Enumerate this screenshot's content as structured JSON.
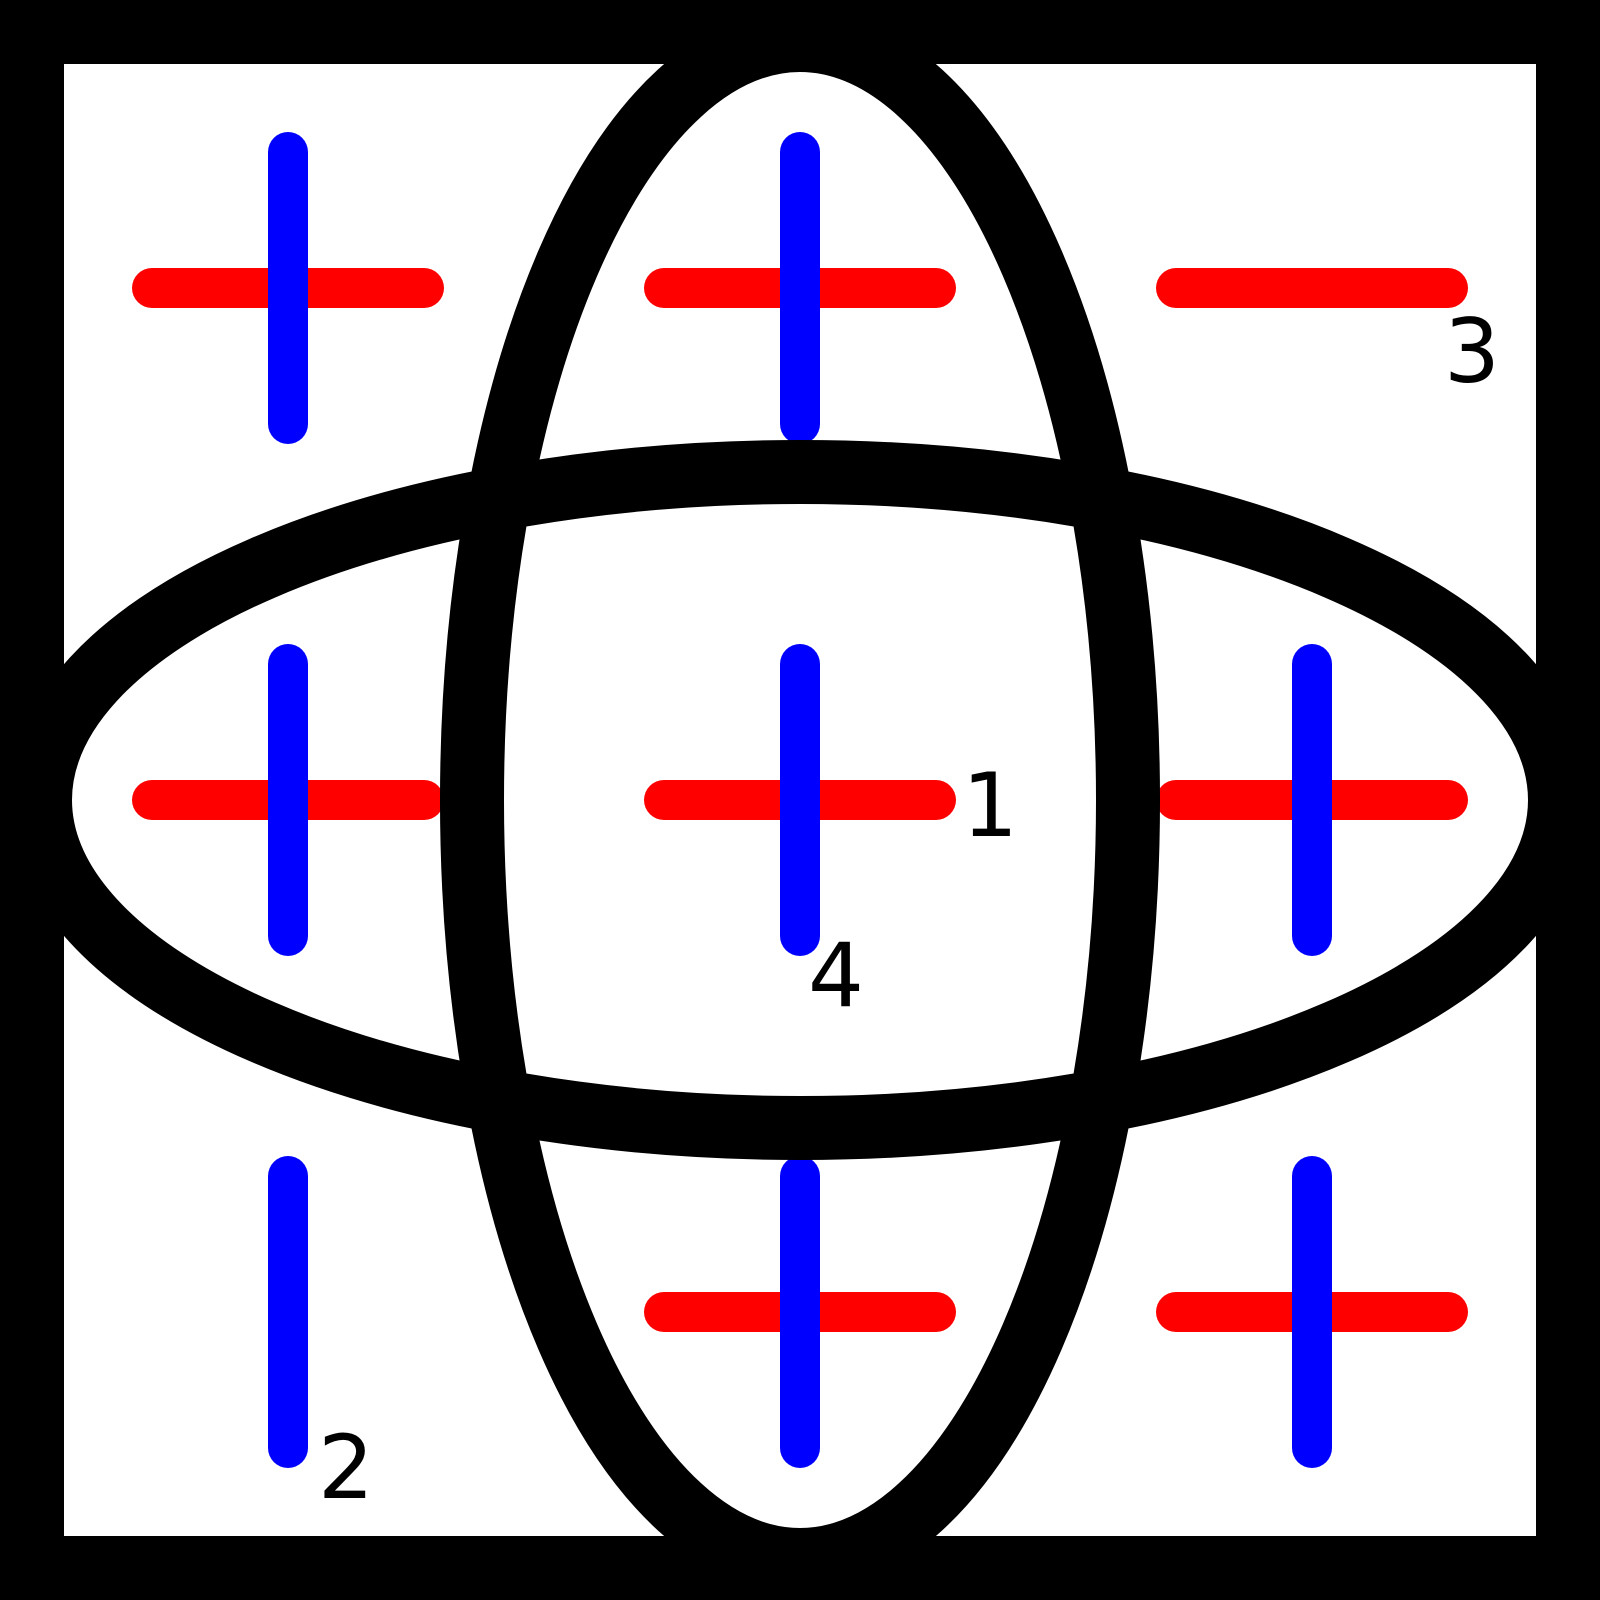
{
  "colors": {
    "background": "#ffffff",
    "frame": "#000000",
    "horizontal_segment": "#ff0000",
    "vertical_segment": "#0000ff",
    "label": "#000000"
  },
  "grid": {
    "rows": 3,
    "cols": 3,
    "cells": [
      {
        "row": 0,
        "col": 0,
        "horizontal": true,
        "vertical": true
      },
      {
        "row": 0,
        "col": 1,
        "horizontal": true,
        "vertical": true
      },
      {
        "row": 0,
        "col": 2,
        "horizontal": true,
        "vertical": false
      },
      {
        "row": 1,
        "col": 0,
        "horizontal": true,
        "vertical": true
      },
      {
        "row": 1,
        "col": 1,
        "horizontal": true,
        "vertical": true
      },
      {
        "row": 1,
        "col": 2,
        "horizontal": true,
        "vertical": true
      },
      {
        "row": 2,
        "col": 0,
        "horizontal": false,
        "vertical": true
      },
      {
        "row": 2,
        "col": 1,
        "horizontal": true,
        "vertical": true
      },
      {
        "row": 2,
        "col": 2,
        "horizontal": true,
        "vertical": true
      }
    ]
  },
  "labels": {
    "label_1": "1",
    "label_2": "2",
    "label_3": "3",
    "label_4": "4"
  }
}
